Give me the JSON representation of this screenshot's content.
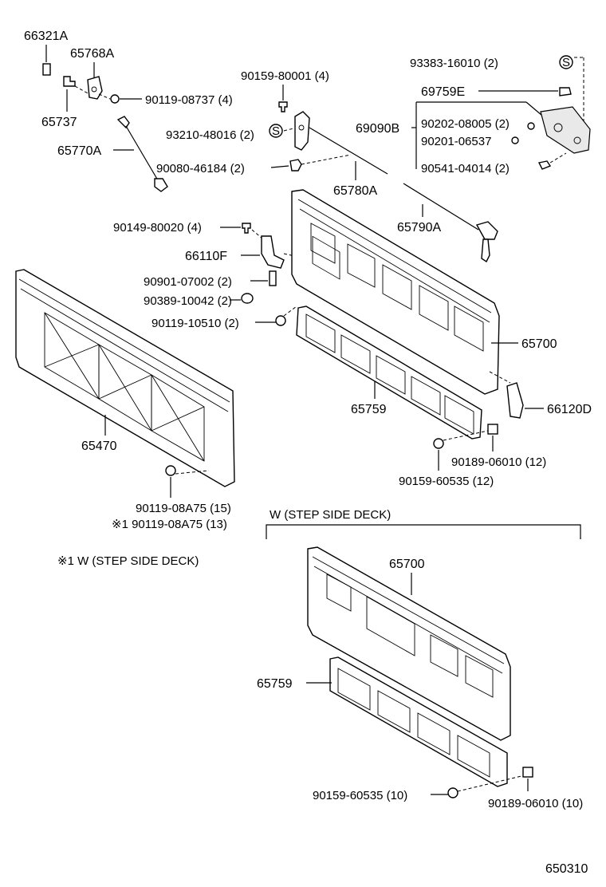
{
  "figure_number": "650310",
  "labels": {
    "p66321A": "66321A",
    "p65768A": "65768A",
    "p65737": "65737",
    "p65770A": "65770A",
    "p90119_08737": "90119-08737 (4)",
    "p90159_80001": "90159-80001 (4)",
    "p93210_48016": "93210-48016 (2)",
    "p90080_46184": "90080-46184 (2)",
    "p65780A": "65780A",
    "p93383_16010": "93383-16010 (2)",
    "p69759E": "69759E",
    "p69090B": "69090B",
    "p90202_08005": "90202-08005 (2)",
    "p90201_06537": "90201-06537",
    "p90541_04014": "90541-04014 (2)",
    "p65790A": "65790A",
    "p90149_80020": "90149-80020 (4)",
    "p66110F": "66110F",
    "p90901_07002": "90901-07002 (2)",
    "p90389_10042": "90389-10042 (2)",
    "p90119_10510": "90119-10510 (2)",
    "p65700": "65700",
    "p65470": "65470",
    "p65759": "65759",
    "p66120D": "66120D",
    "p90189_06010_12": "90189-06010 (12)",
    "p90159_60535_12": "90159-60535 (12)",
    "p90119_08A75_15": "90119-08A75 (15)",
    "p90119_08A75_13": "※1 90119-08A75 (13)",
    "note_step_side": "※1 W (STEP SIDE DECK)",
    "section_w_title": "W (STEP SIDE DECK)",
    "w_65700": "65700",
    "w_65759": "65759",
    "w_90159_60535_10": "90159-60535 (10)",
    "w_90189_06010_10": "90189-06010 (10)"
  },
  "icons": {
    "s_symbol": "S"
  }
}
